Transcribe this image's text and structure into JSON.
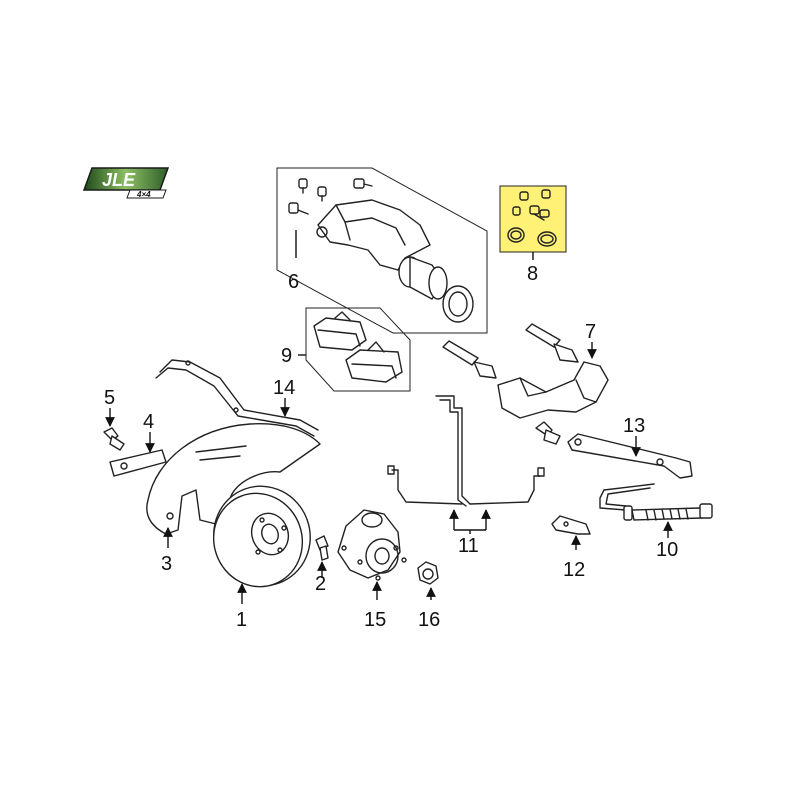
{
  "logo": {
    "brand": "JLE",
    "sub": "4×4",
    "color_dark": "#2f5d2a",
    "color_light": "#8cc063"
  },
  "highlight_color": "#fff176",
  "callouts": [
    {
      "id": "1",
      "label": "1"
    },
    {
      "id": "2",
      "label": "2"
    },
    {
      "id": "3",
      "label": "3"
    },
    {
      "id": "4",
      "label": "4"
    },
    {
      "id": "5",
      "label": "5"
    },
    {
      "id": "6",
      "label": "6"
    },
    {
      "id": "7",
      "label": "7"
    },
    {
      "id": "8",
      "label": "8"
    },
    {
      "id": "9",
      "label": "9"
    },
    {
      "id": "10",
      "label": "10"
    },
    {
      "id": "11",
      "label": "11"
    },
    {
      "id": "12",
      "label": "12"
    },
    {
      "id": "13",
      "label": "13"
    },
    {
      "id": "14",
      "label": "14"
    },
    {
      "id": "15",
      "label": "15"
    },
    {
      "id": "16",
      "label": "16"
    }
  ]
}
